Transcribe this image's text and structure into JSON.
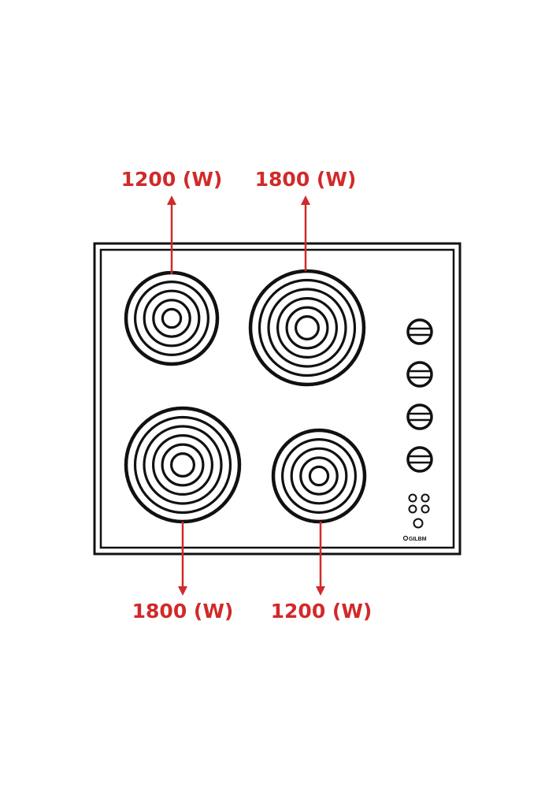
{
  "colors": {
    "annotation": "#d12a2a",
    "outline": "#111111",
    "background": "#ffffff"
  },
  "brand": {
    "text": "GILBM"
  },
  "burners": [
    {
      "id": "top-left",
      "power_label": "1200 (W)",
      "rings": 5,
      "arrow_direction": "up"
    },
    {
      "id": "top-right",
      "power_label": "1800 (W)",
      "rings": 6,
      "arrow_direction": "up"
    },
    {
      "id": "bottom-left",
      "power_label": "1800 (W)",
      "rings": 6,
      "arrow_direction": "down"
    },
    {
      "id": "bottom-right",
      "power_label": "1200 (W)",
      "rings": 5,
      "arrow_direction": "down"
    }
  ],
  "controls": {
    "knob_count": 4,
    "indicator_light_count": 5
  }
}
